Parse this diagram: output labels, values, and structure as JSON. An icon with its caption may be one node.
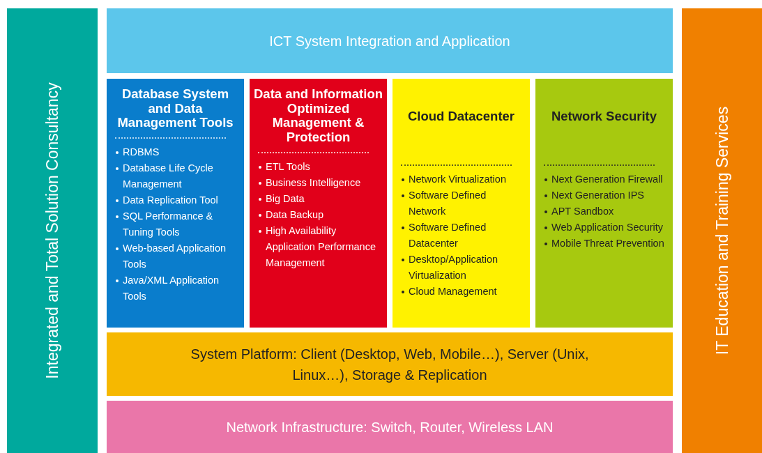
{
  "diagram": {
    "nodes": [
      {
        "text": [
          "Integrated and Total Solution Consultancy"
        ]
      },
      {
        "text": [
          "ICT System Integration and Application"
        ]
      },
      {
        "text": [
          "Database System and Data Management Tools",
          "RDBMS",
          "Database Life Cycle Management",
          "Data Replication Tool",
          "SQL Performance & Tuning Tools",
          "Web-based Application Tools",
          "Java/XML Application Tools"
        ]
      },
      {
        "text": [
          "Data and Information Optimized Management & Protection",
          "ETL Tools",
          "Business Intelligence",
          "Big Data",
          "Data Backup",
          "High Availability Application Performance Management"
        ]
      },
      {
        "text": [
          "Cloud Datacenter",
          "Network Virtualization",
          "Software Defined Network",
          "Software Defined Datacenter",
          "Desktop/Application Virtualization",
          "Cloud Management"
        ]
      },
      {
        "text": [
          "Network Security",
          "Next Generation Firewall",
          "Next Generation IPS",
          "APT Sandbox",
          "Web Application Security",
          "Mobile Threat Prevention"
        ]
      },
      {
        "text": [
          "System Platform: Client (Desktop, Web, Mobile…), Server (Unix, Linux…), Storage & Replication"
        ]
      },
      {
        "text": [
          "Network Infrastructure: Switch, Router, Wireless LAN"
        ]
      },
      {
        "text": [
          "IT Education and Training Services"
        ]
      }
    ]
  }
}
